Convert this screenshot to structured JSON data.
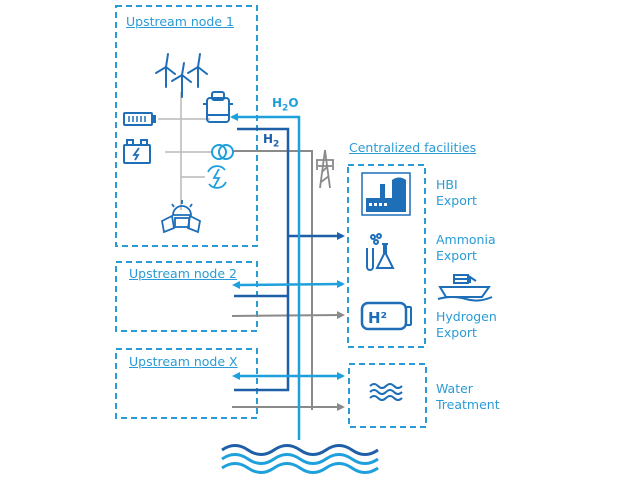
{
  "nodes": {
    "upstream_1": {
      "title": "Upstream node 1"
    },
    "upstream_2": {
      "title": "Upstream node 2"
    },
    "upstream_x": {
      "title": "Upstream node X"
    }
  },
  "centralized": {
    "title": "Centralized facilities",
    "facilities": [
      {
        "line1": "HBI",
        "line2": "Export",
        "icon": "steel-plant-icon"
      },
      {
        "line1": "Ammonia",
        "line2": "Export",
        "icon": "chemistry-flask-icon"
      },
      {
        "line1": "Hydrogen",
        "line2": "Export",
        "icon": "hydrogen-tank-icon"
      }
    ],
    "water": {
      "line1": "Water",
      "line2": "Treatment",
      "icon": "water-waves-icon"
    }
  },
  "flows": {
    "water": {
      "label": "H",
      "sub": "2",
      "tail": "O",
      "color": "#1ea0dc"
    },
    "hydrogen": {
      "label": "H",
      "sub": "2",
      "color": "#1f5fa8"
    },
    "electricity": {
      "color": "#8a8a8a"
    }
  },
  "colors": {
    "dashed_border": "#2a9bd6",
    "text": "#2a9bd6",
    "icon": "#1f6fb8"
  }
}
